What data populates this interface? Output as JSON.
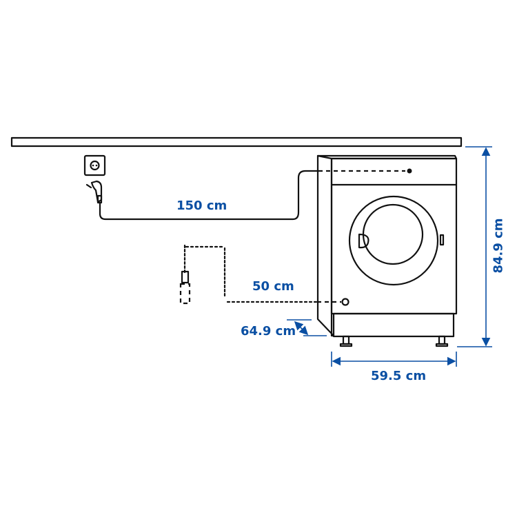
{
  "diagram": {
    "subject": "Built-in washing machine installation dimensions",
    "dimension_color": "#0a4fa3",
    "line_color": "#111111",
    "labels": {
      "power_cord_length": "150 cm",
      "hose_length": "50 cm",
      "depth": "64.9 cm",
      "width": "59.5 cm",
      "height": "84.9 cm"
    },
    "elements": [
      "worktop",
      "wall-socket",
      "plug",
      "power-cord",
      "water-inlet-hose",
      "washing-machine",
      "adjustable-feet"
    ]
  }
}
